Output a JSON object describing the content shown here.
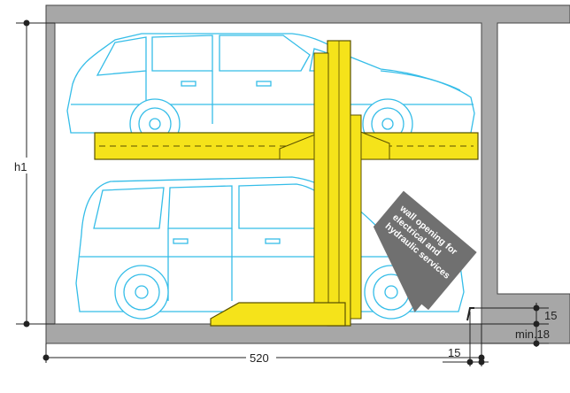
{
  "dimensions": {
    "height_label": "h1",
    "width_label": "520",
    "pit_offset_label": "15",
    "top_offset_label": "15",
    "min_depth_label": "min.18"
  },
  "callout": {
    "line1": "wall opening for",
    "line2": "electrical and",
    "line3": "hydraulic services"
  },
  "colors": {
    "wall": "#a7a7a7",
    "interior": "#ffffff",
    "lift_yellow": "#f5e31a",
    "lift_outline": "#5b5200",
    "car_outline": "#35bde8",
    "dimension_lines": "#222222",
    "callout_bg": "#707070"
  }
}
